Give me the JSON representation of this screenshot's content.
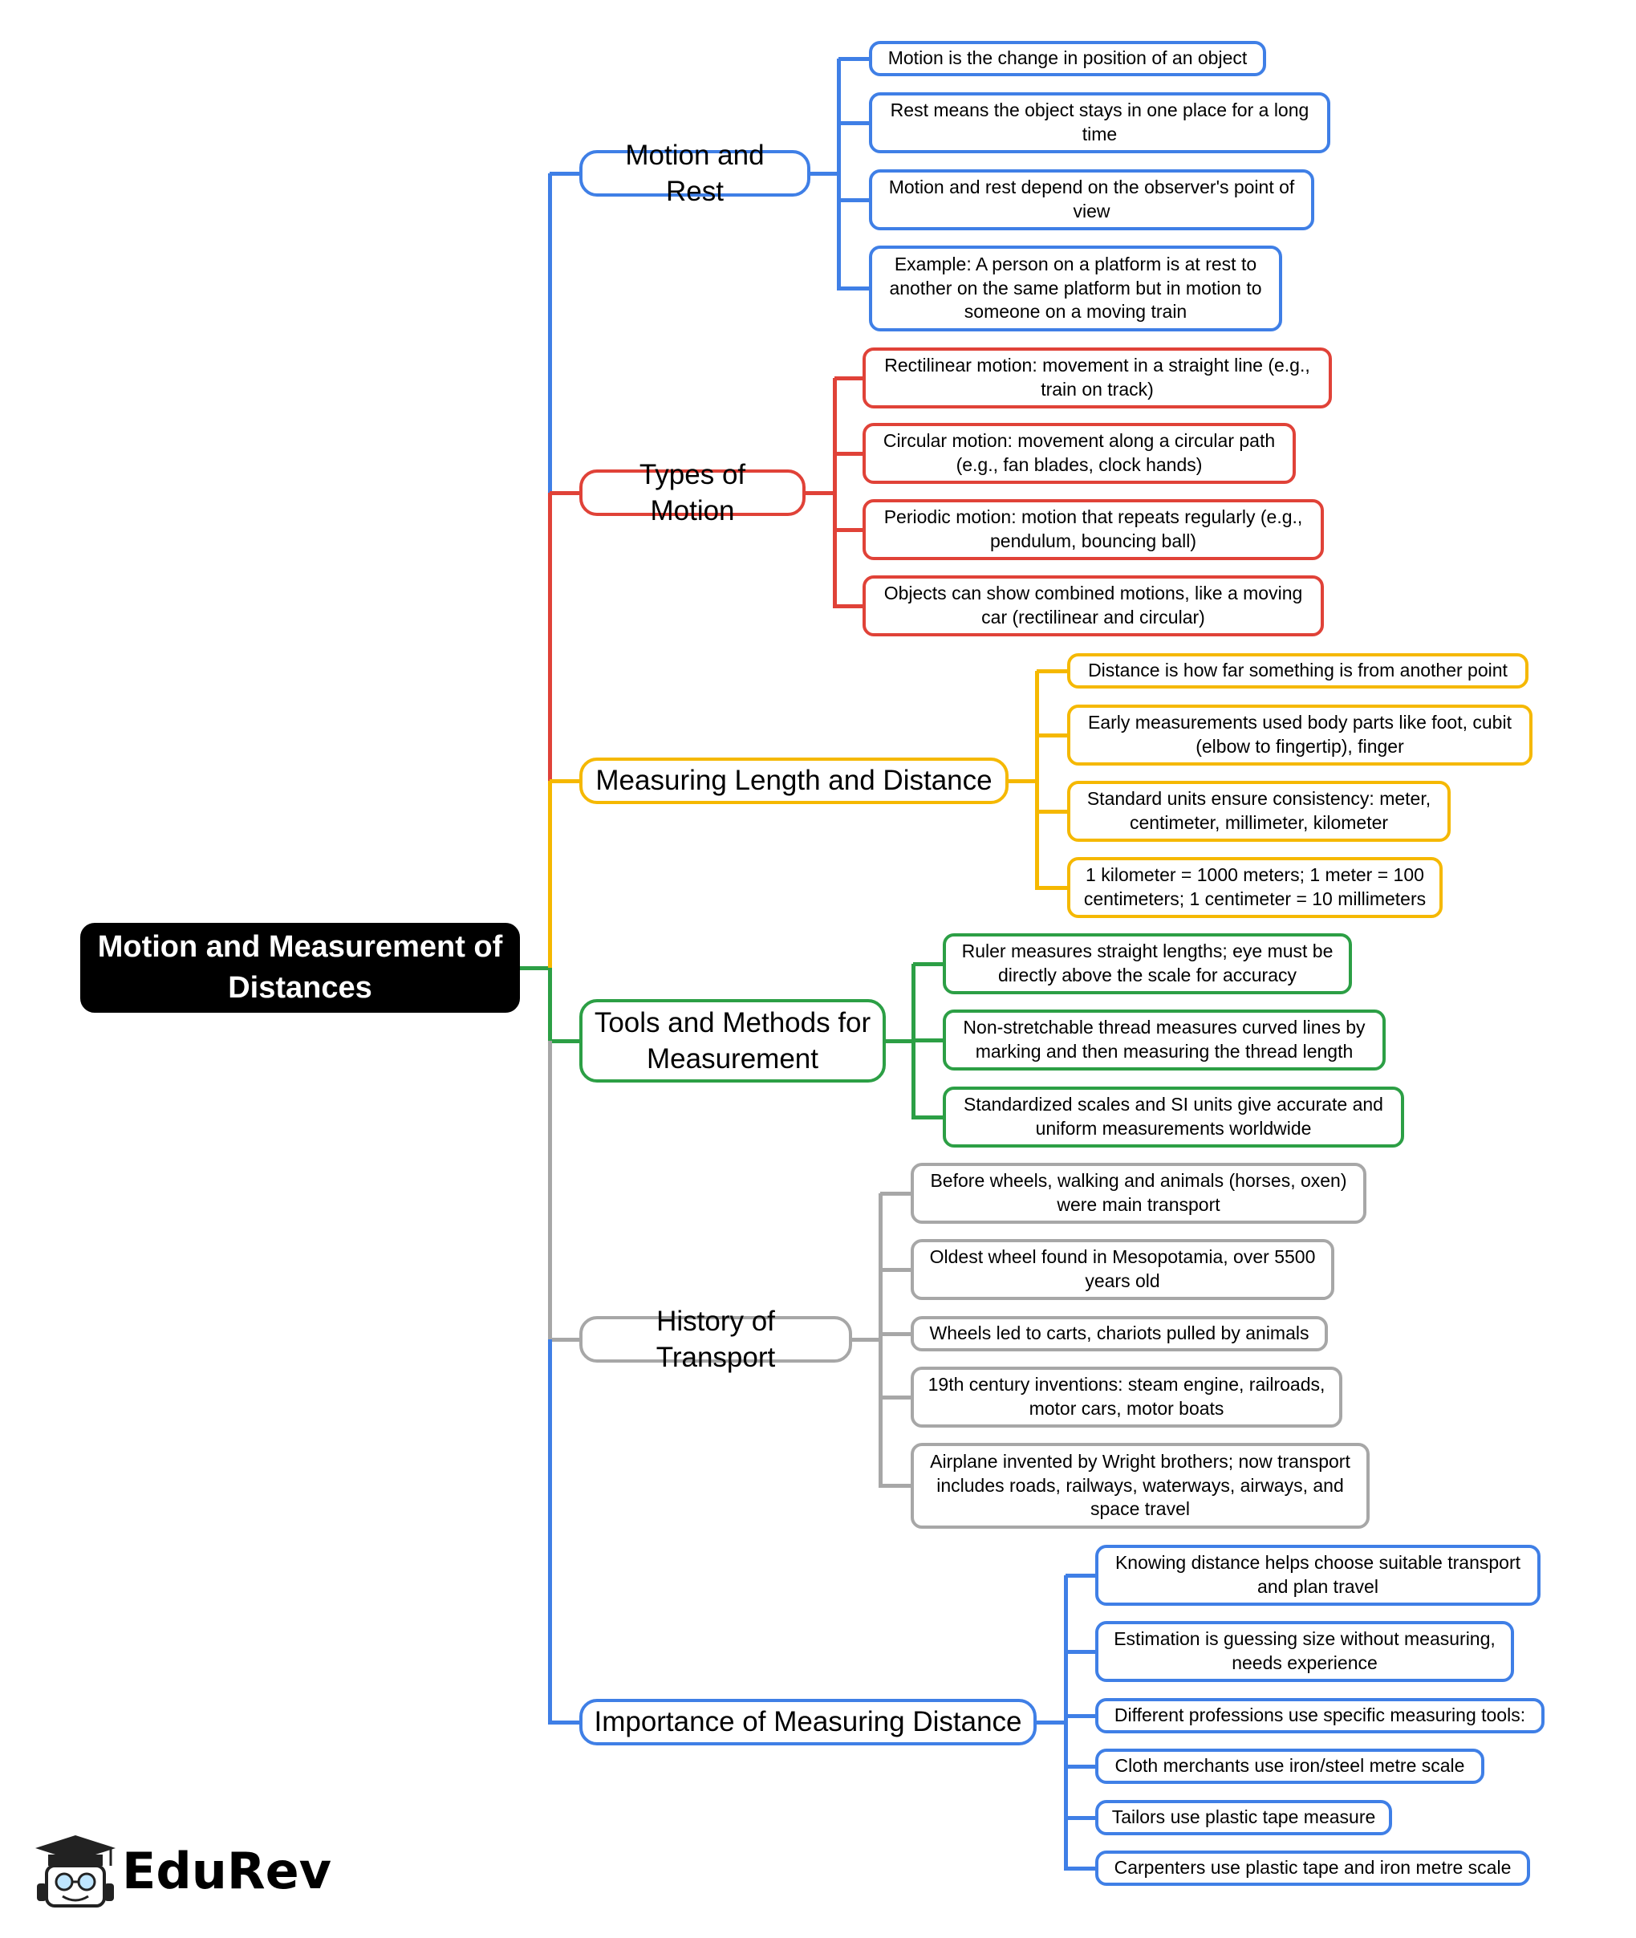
{
  "root": {
    "label": "Motion and Measurement of Distances"
  },
  "colors": {
    "blue": "#3f7fe6",
    "red": "#e04238",
    "yellow": "#f5b800",
    "green": "#2c9f45",
    "gray": "#a7a7a7",
    "root_bg": "#000000"
  },
  "branches": [
    {
      "label": "Motion and Rest",
      "color": "#3f7fe6",
      "items": [
        "Motion is the change in position of an object",
        "Rest means the object stays in one place for a long time",
        "Motion and rest depend on the observer's point of view",
        "Example: A person on a platform is at rest to another on the same platform but in motion to someone on a moving train"
      ]
    },
    {
      "label": "Types of Motion",
      "color": "#e04238",
      "items": [
        "Rectilinear motion: movement in a straight line (e.g., train on track)",
        "Circular motion: movement along a circular path (e.g., fan blades, clock hands)",
        "Periodic motion: motion that repeats regularly (e.g., pendulum, bouncing ball)",
        "Objects can show combined motions, like a moving car (rectilinear and circular)"
      ]
    },
    {
      "label": "Measuring Length and Distance",
      "color": "#f5b800",
      "items": [
        "Distance is how far something is from another point",
        "Early measurements used body parts like foot, cubit (elbow to fingertip), finger",
        "Standard units ensure consistency: meter, centimeter, millimeter, kilometer",
        "1 kilometer = 1000 meters; 1 meter = 100 centimeters; 1 centimeter = 10 millimeters"
      ]
    },
    {
      "label": "Tools and Methods for Measurement",
      "color": "#2c9f45",
      "items": [
        "Ruler measures straight lengths; eye must be directly above the scale for accuracy",
        "Non-stretchable thread measures curved lines by marking and then measuring the thread length",
        "Standardized scales and SI units give accurate and uniform measurements worldwide"
      ]
    },
    {
      "label": "History of Transport",
      "color": "#a7a7a7",
      "items": [
        "Before wheels, walking and animals (horses, oxen) were main transport",
        "Oldest wheel found in Mesopotamia, over 5500 years old",
        "Wheels led to carts, chariots pulled by animals",
        "19th century inventions: steam engine, railroads, motor cars, motor boats",
        "Airplane invented by Wright brothers; now transport includes roads, railways, waterways, airways, and space travel"
      ]
    },
    {
      "label": "Importance of Measuring Distance",
      "color": "#3f7fe6",
      "items": [
        "Knowing distance helps choose suitable transport and plan travel",
        "Estimation is guessing size without measuring, needs experience",
        "Different professions use specific measuring tools:",
        "Cloth merchants use iron/steel metre scale",
        "Tailors use plastic tape measure",
        "Carpenters use plastic tape and iron metre scale"
      ]
    }
  ],
  "logo": {
    "text": "EduRev",
    "icon": "graduation-cap-mascot-icon"
  }
}
